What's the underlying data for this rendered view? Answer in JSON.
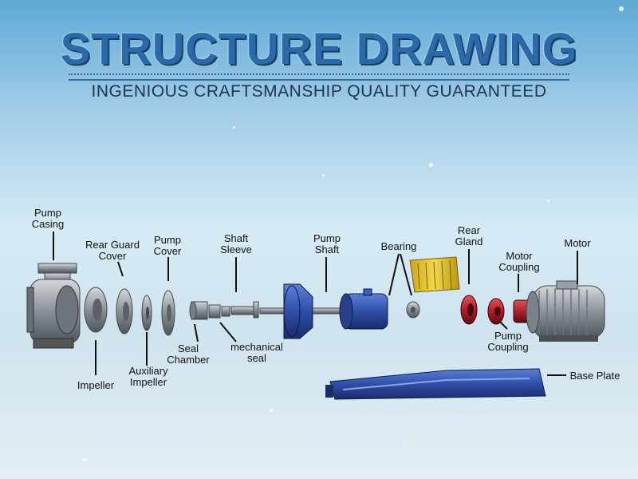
{
  "header": {
    "title": "STRUCTURE DRAWING",
    "subtitle": "INGENIOUS CRAFTSMANSHIP QUALITY GUARANTEED"
  },
  "labels": {
    "pump_casing": "Pump\nCasing",
    "rear_guard_cover": "Rear Guard\nCover",
    "pump_cover": "Pump\nCover",
    "shaft_sleeve": "Shaft\nSleeve",
    "pump_shaft": "Pump\nShaft",
    "bearing": "Bearing",
    "rear_gland": "Rear\nGland",
    "motor_coupling": "Motor\nCoupling",
    "motor": "Motor",
    "impeller": "Impeller",
    "auxiliary_impeller": "Auxiliary\nImpeller",
    "seal_chamber": "Seal\nChamber",
    "mechanical_seal": "mechanical\nseal",
    "pump_coupling": "Pump\nCoupling",
    "base_plate": "Base Plate"
  },
  "colors": {
    "title": "#2b69a8",
    "steel": "#8a9098",
    "blue_part": "#2f4fa8",
    "yellow_part": "#e6c62a",
    "red_part": "#b0202a"
  }
}
